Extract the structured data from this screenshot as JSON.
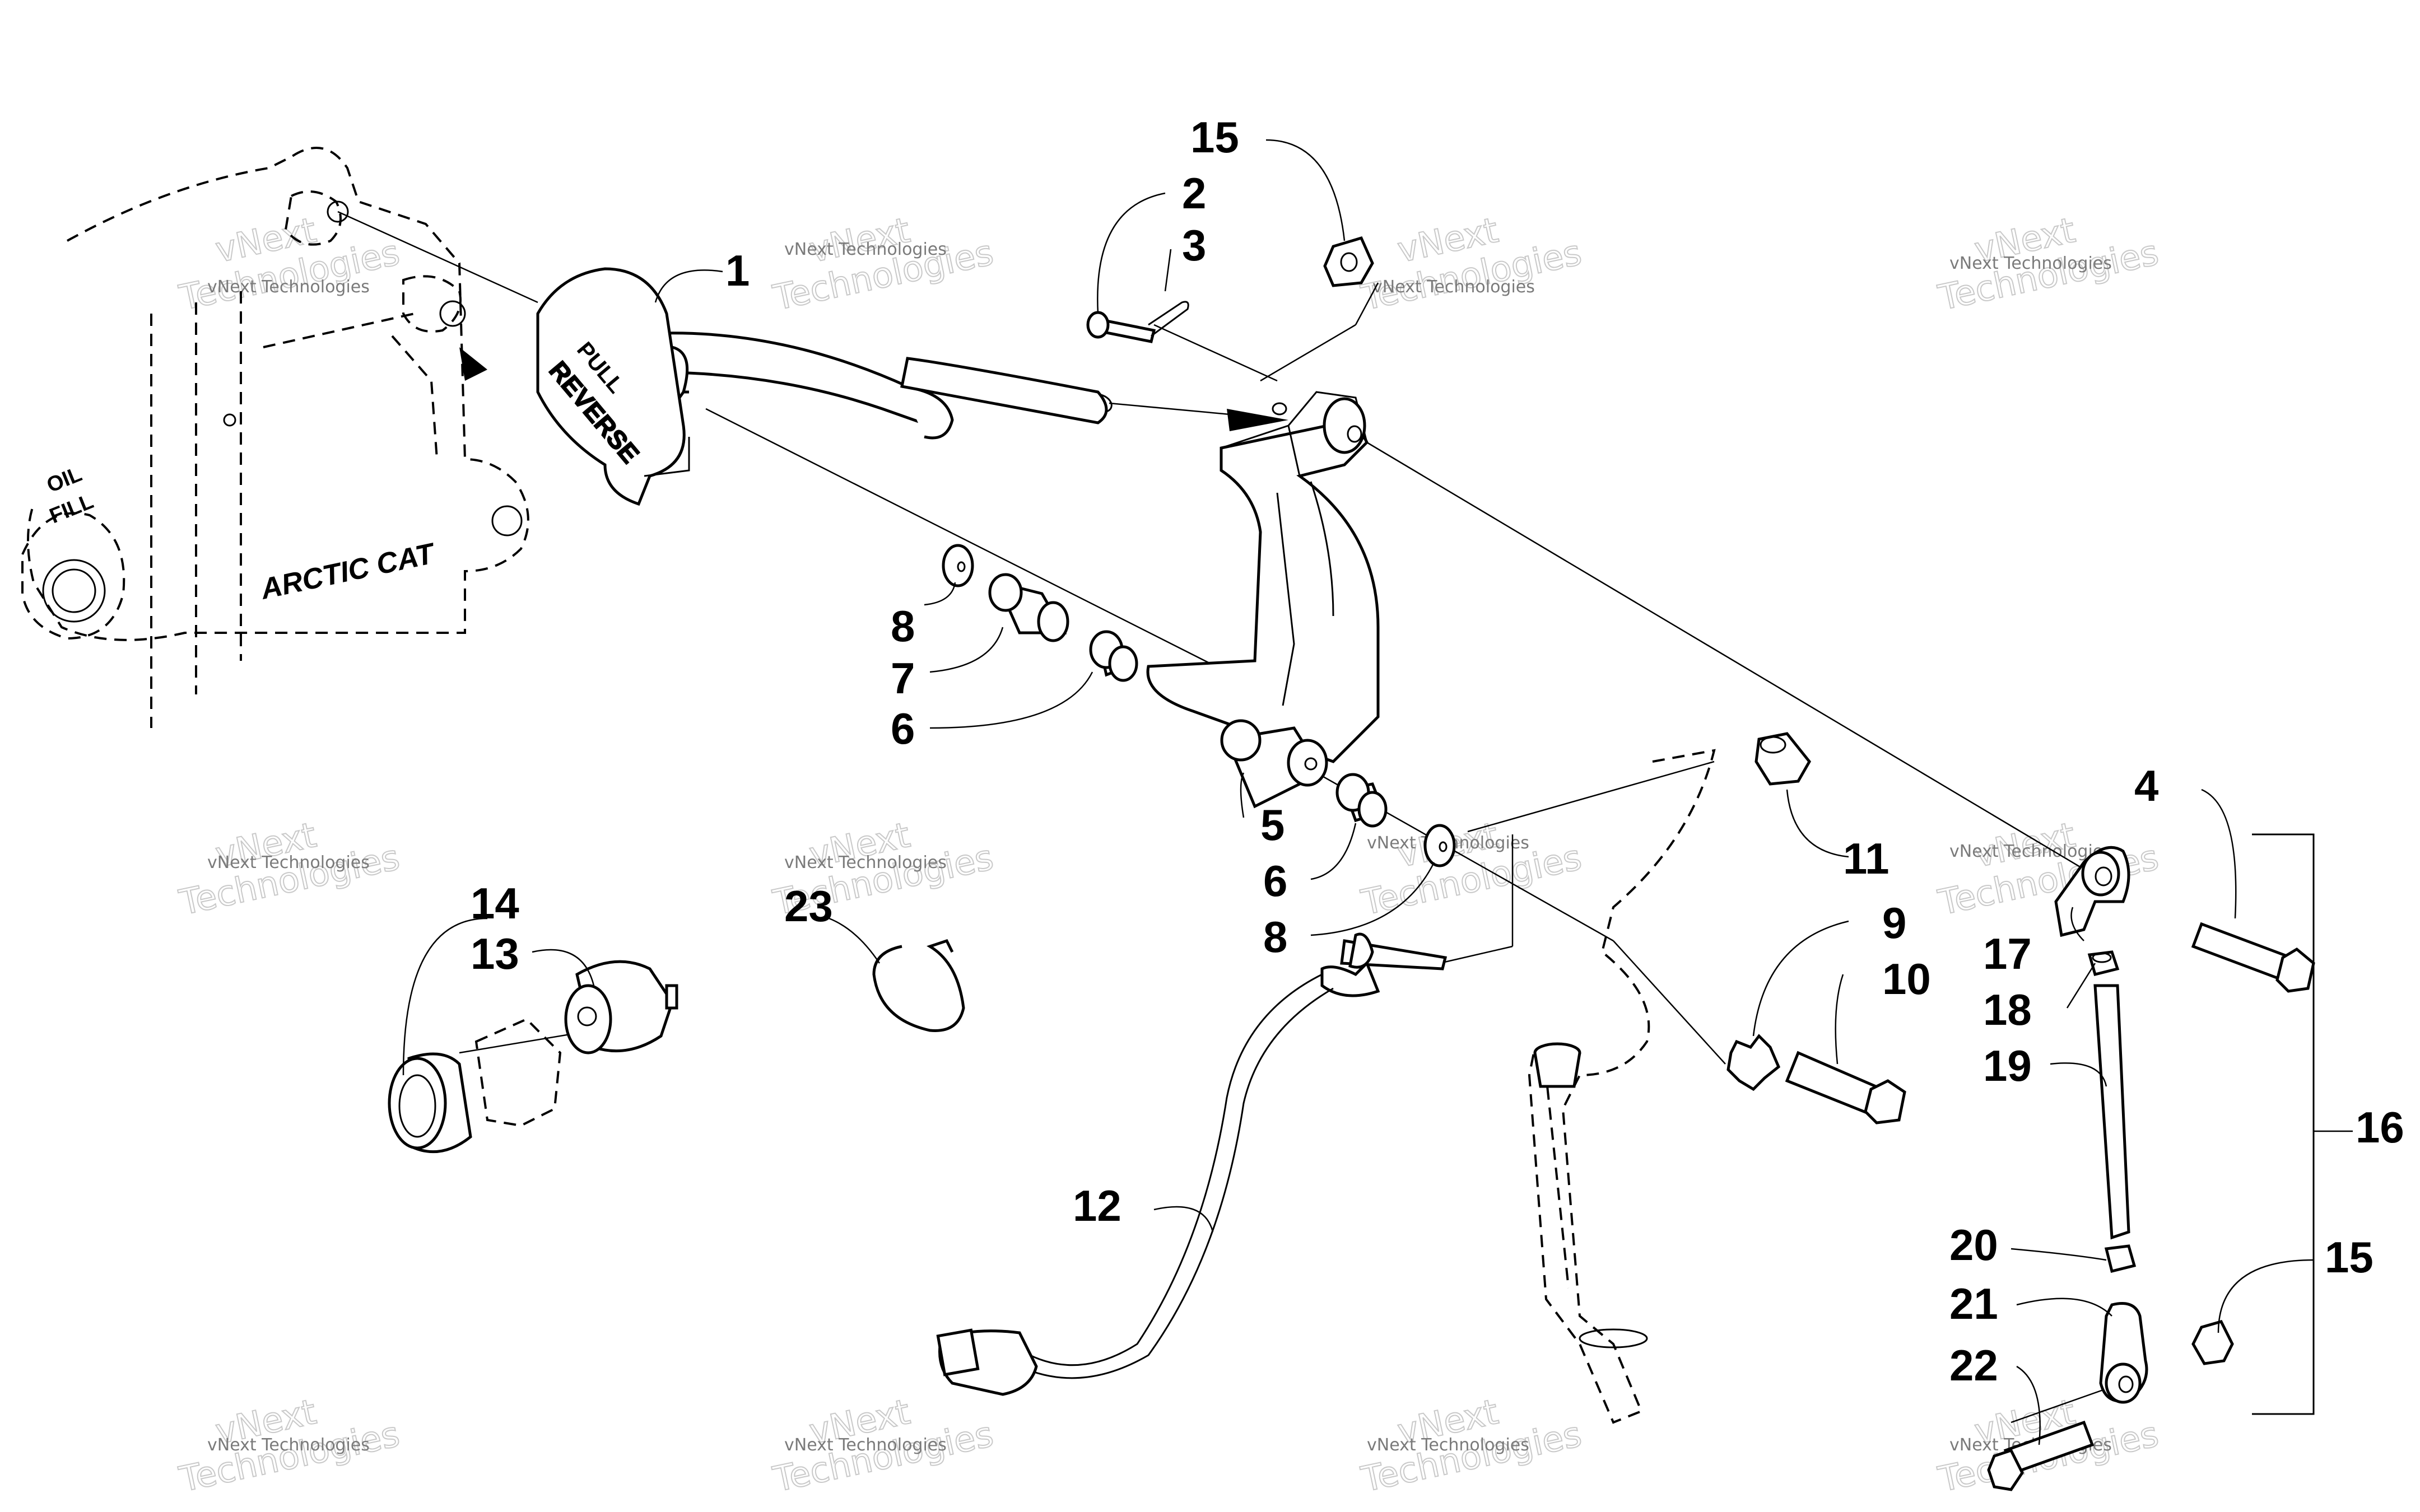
{
  "decals": {
    "oil_fill": [
      "OIL",
      "FILL"
    ],
    "brand": "ARCTIC CAT",
    "handle_pull": "PULL",
    "handle_reverse": "REVERSE"
  },
  "watermark": {
    "small": "vNext Technologies",
    "big_line1": "vNext",
    "big_line2": "Technologies"
  },
  "labels": {
    "p1": "1",
    "p2": "2",
    "p3": "3",
    "p4": "4",
    "p5": "5",
    "p6a": "6",
    "p6b": "6",
    "p7": "7",
    "p8a": "8",
    "p8b": "8",
    "p9": "9",
    "p10": "10",
    "p11": "11",
    "p12": "12",
    "p13": "13",
    "p14": "14",
    "p15a": "15",
    "p15b": "15",
    "p16": "16",
    "p17": "17",
    "p18": "18",
    "p19": "19",
    "p20": "20",
    "p21": "21",
    "p22": "22",
    "p23": "23"
  }
}
